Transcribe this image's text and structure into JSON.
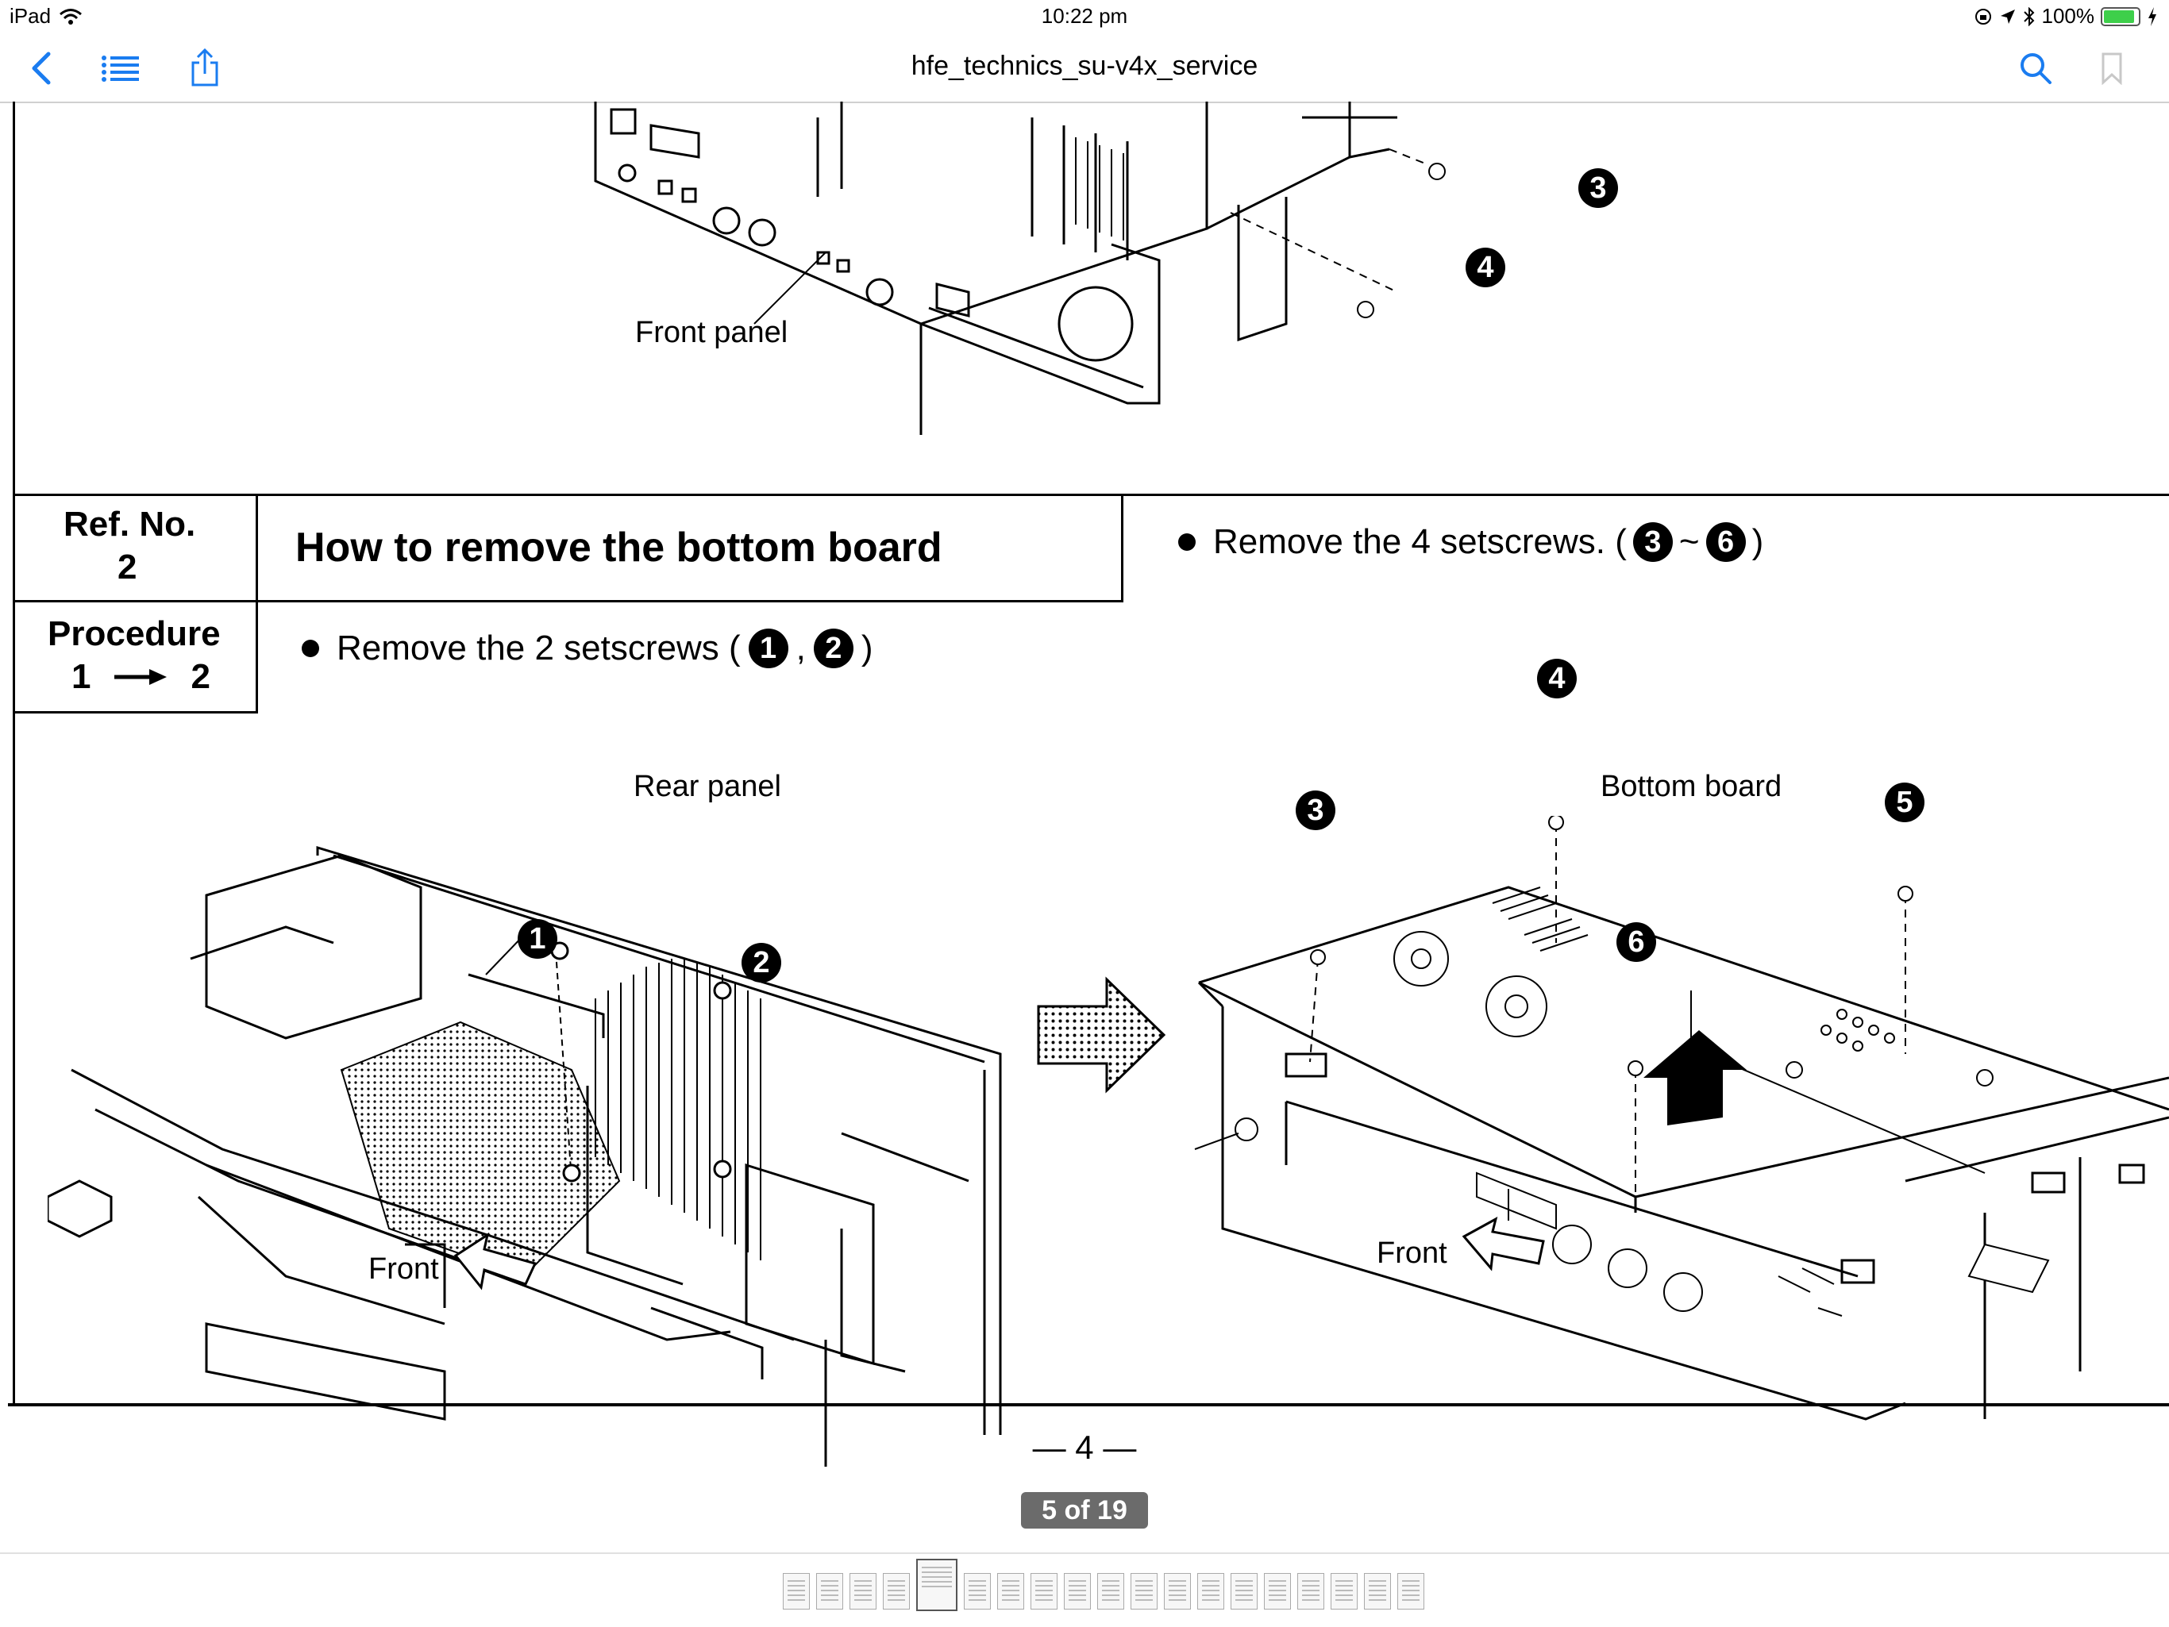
{
  "status_bar": {
    "device": "iPad",
    "time": "10:22 pm",
    "battery_text": "100%",
    "battery_level": 1.0
  },
  "nav_bar": {
    "title": "hfe_technics_su-v4x_service",
    "icons": [
      "back-chevron-icon",
      "list-icon",
      "share-icon",
      "search-icon",
      "bookmark-icon"
    ],
    "accent_color": "#1a7cf0"
  },
  "document": {
    "top_diagram": {
      "label_front_panel": "Front panel",
      "marker_3": "3",
      "marker_4": "4"
    },
    "table": {
      "ref_no_label": "Ref. No.",
      "ref_no_value": "2",
      "procedure_label": "Procedure",
      "procedure_from": "1",
      "procedure_to": "2",
      "heading": "How to remove the bottom board"
    },
    "instruction_left": {
      "text": "Remove the 2 setscrews (",
      "screw_a": "1",
      "separator": ",",
      "screw_b": "2",
      "close": ")"
    },
    "instruction_right": {
      "text": "Remove the 4 setscrews. (",
      "screw_a": "3",
      "range": "~",
      "screw_b": "6",
      "close": ")"
    },
    "left_diagram": {
      "label_rear_panel": "Rear panel",
      "label_front": "Front",
      "marker_1": "1",
      "marker_2": "2"
    },
    "right_diagram": {
      "label_bottom_board": "Bottom board",
      "label_front": "Front",
      "marker_3": "3",
      "marker_4": "4",
      "marker_5": "5",
      "marker_6": "6"
    },
    "page_number": "— 4 —"
  },
  "footer": {
    "page_indicator": "5 of 19",
    "current_page": 5,
    "total_pages": 19
  }
}
